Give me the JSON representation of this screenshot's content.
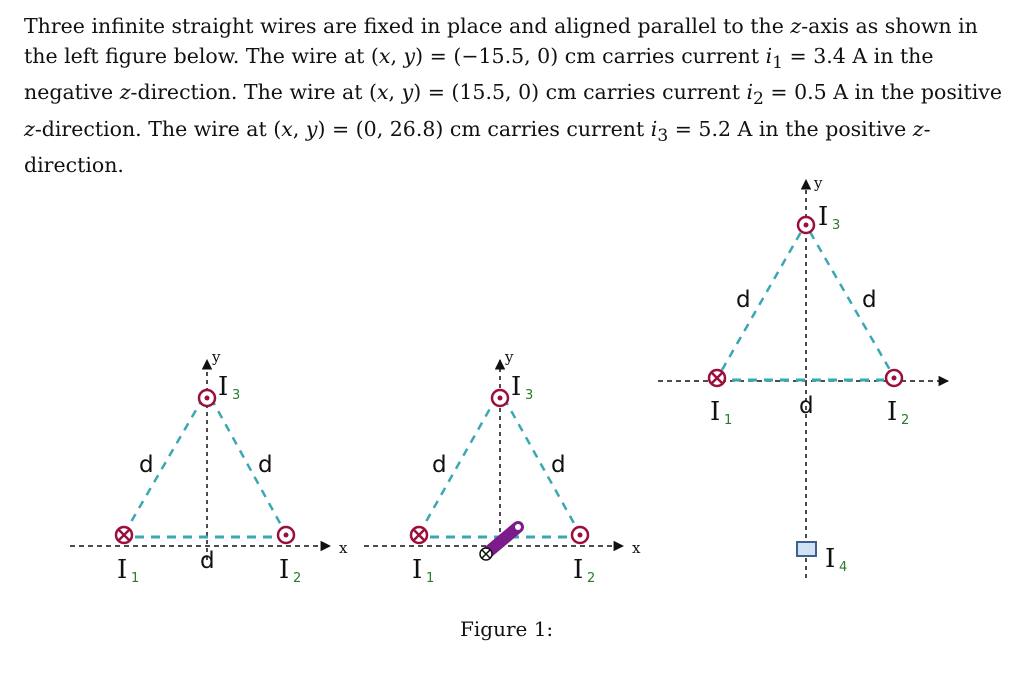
{
  "problem": {
    "s1": "Three infinite straight wires are fixed in place and aligned parallel to the z-axis as shown in the left figure below. The wire at (x, y) = (−15.5, 0) cm carries current i1 = 3.4 A in the negative z-direction. The wire at (x, y) = (15.5, 0) cm carries current i2 = 0.5 A in the positive z-direction. The wire at (x, y) = (0, 26.8) cm carries current i3 = 5.2 A in the positive z-direction."
  },
  "figure": {
    "caption": "Figure 1:",
    "side_label": "d",
    "x_axis_label": "x",
    "y_axis_label": "y",
    "current_letter": "I",
    "wire1_sub": "1",
    "wire2_sub": "2",
    "wire3_sub": "3",
    "wire4_sub": "4"
  },
  "colors": {
    "dash_line": "#3aa7b2",
    "wire_symbol": "#9b0f3c",
    "bar": "#7d1a8c",
    "square_fill": "#cfe2f3",
    "square_stroke": "#3f5f8f"
  }
}
